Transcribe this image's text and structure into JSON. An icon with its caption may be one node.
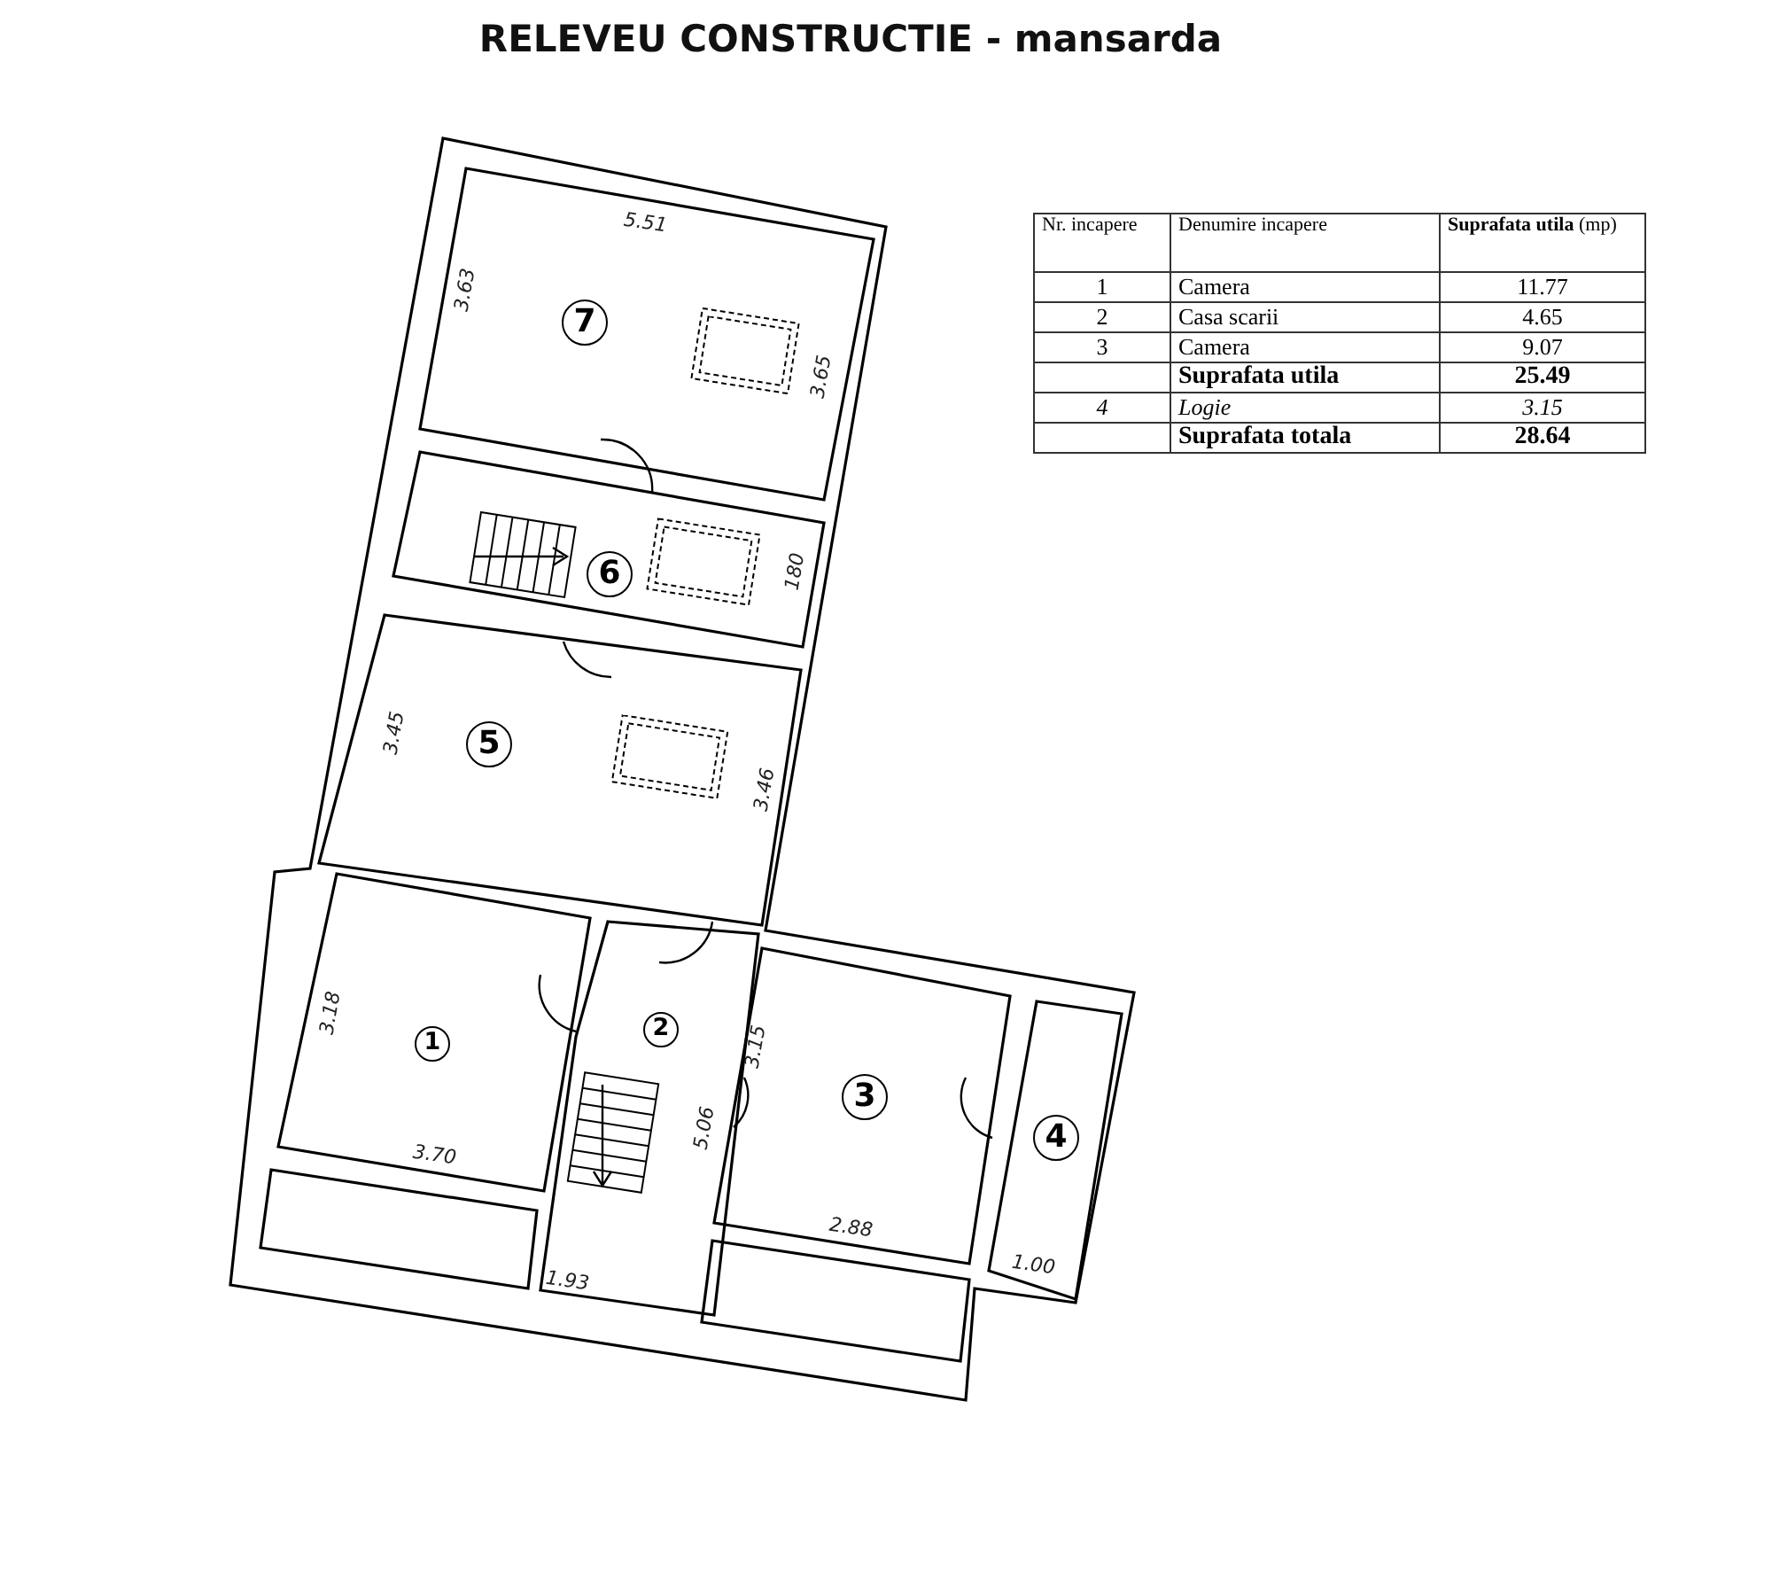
{
  "diagram": {
    "title": "RELEVEU CONSTRUCTIE - mansarda",
    "labels": [
      "5.51",
      "3.63",
      "7",
      "3.65",
      "6",
      "180",
      "3.45",
      "5",
      "3.46",
      "3.18",
      "1",
      "2",
      "3.15",
      "3",
      "4",
      "3.70",
      "5.06",
      "2.88",
      "1.00",
      "1.93",
      "Nr. incapere",
      "Denumire incapere",
      "**Suprafata utila** (mp)",
      "1",
      "Camera",
      "11.77",
      "2",
      "Casa scarii",
      "4.65",
      "3",
      "Camera",
      "9.07",
      "Suprafata utila",
      "25.49",
      "4",
      "Logie",
      "3.15",
      "Suprafata totala",
      "28.64"
    ]
  }
}
